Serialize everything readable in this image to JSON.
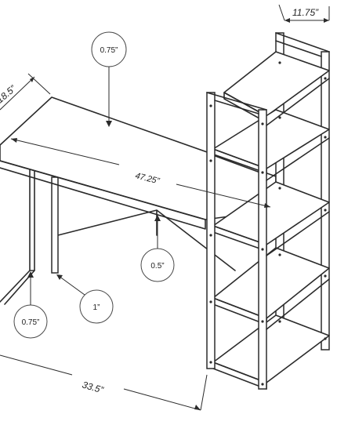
{
  "diagram": {
    "dimensions": {
      "width_top": "11.75”",
      "depth_left": "18.5”",
      "desk_length": "47.25”",
      "desk_height": "33.5”"
    },
    "callouts": {
      "top_thickness": "0.75”",
      "crossbar": "0.5”",
      "leg": "1”",
      "frame": "0.75”"
    }
  }
}
